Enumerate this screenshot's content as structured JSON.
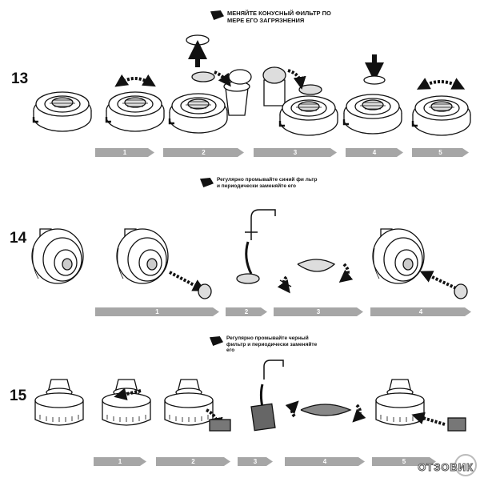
{
  "sections": [
    {
      "number": "13",
      "note": "МЕНЯЙТЕ КОНУСНЫЙ ФИЛЬТР ПО МЕРЕ ЕГО ЗАГРЯЗНЕНИЯ",
      "steps": [
        "1",
        "2",
        "3",
        "4",
        "5"
      ]
    },
    {
      "number": "14",
      "note": "Регулярно промывайте синий фи льтр и периодически заменяйте его",
      "steps": [
        "1",
        "2",
        "3",
        "4"
      ]
    },
    {
      "number": "15",
      "note": "Регулярно промывайте черный фильтр и периодически заменяйте его",
      "steps": [
        "1",
        "2",
        "3",
        "4",
        "5"
      ]
    }
  ],
  "watermark": "ОТЗОВИК",
  "colors": {
    "bar": "#a6a6a6",
    "ink": "#111111"
  }
}
